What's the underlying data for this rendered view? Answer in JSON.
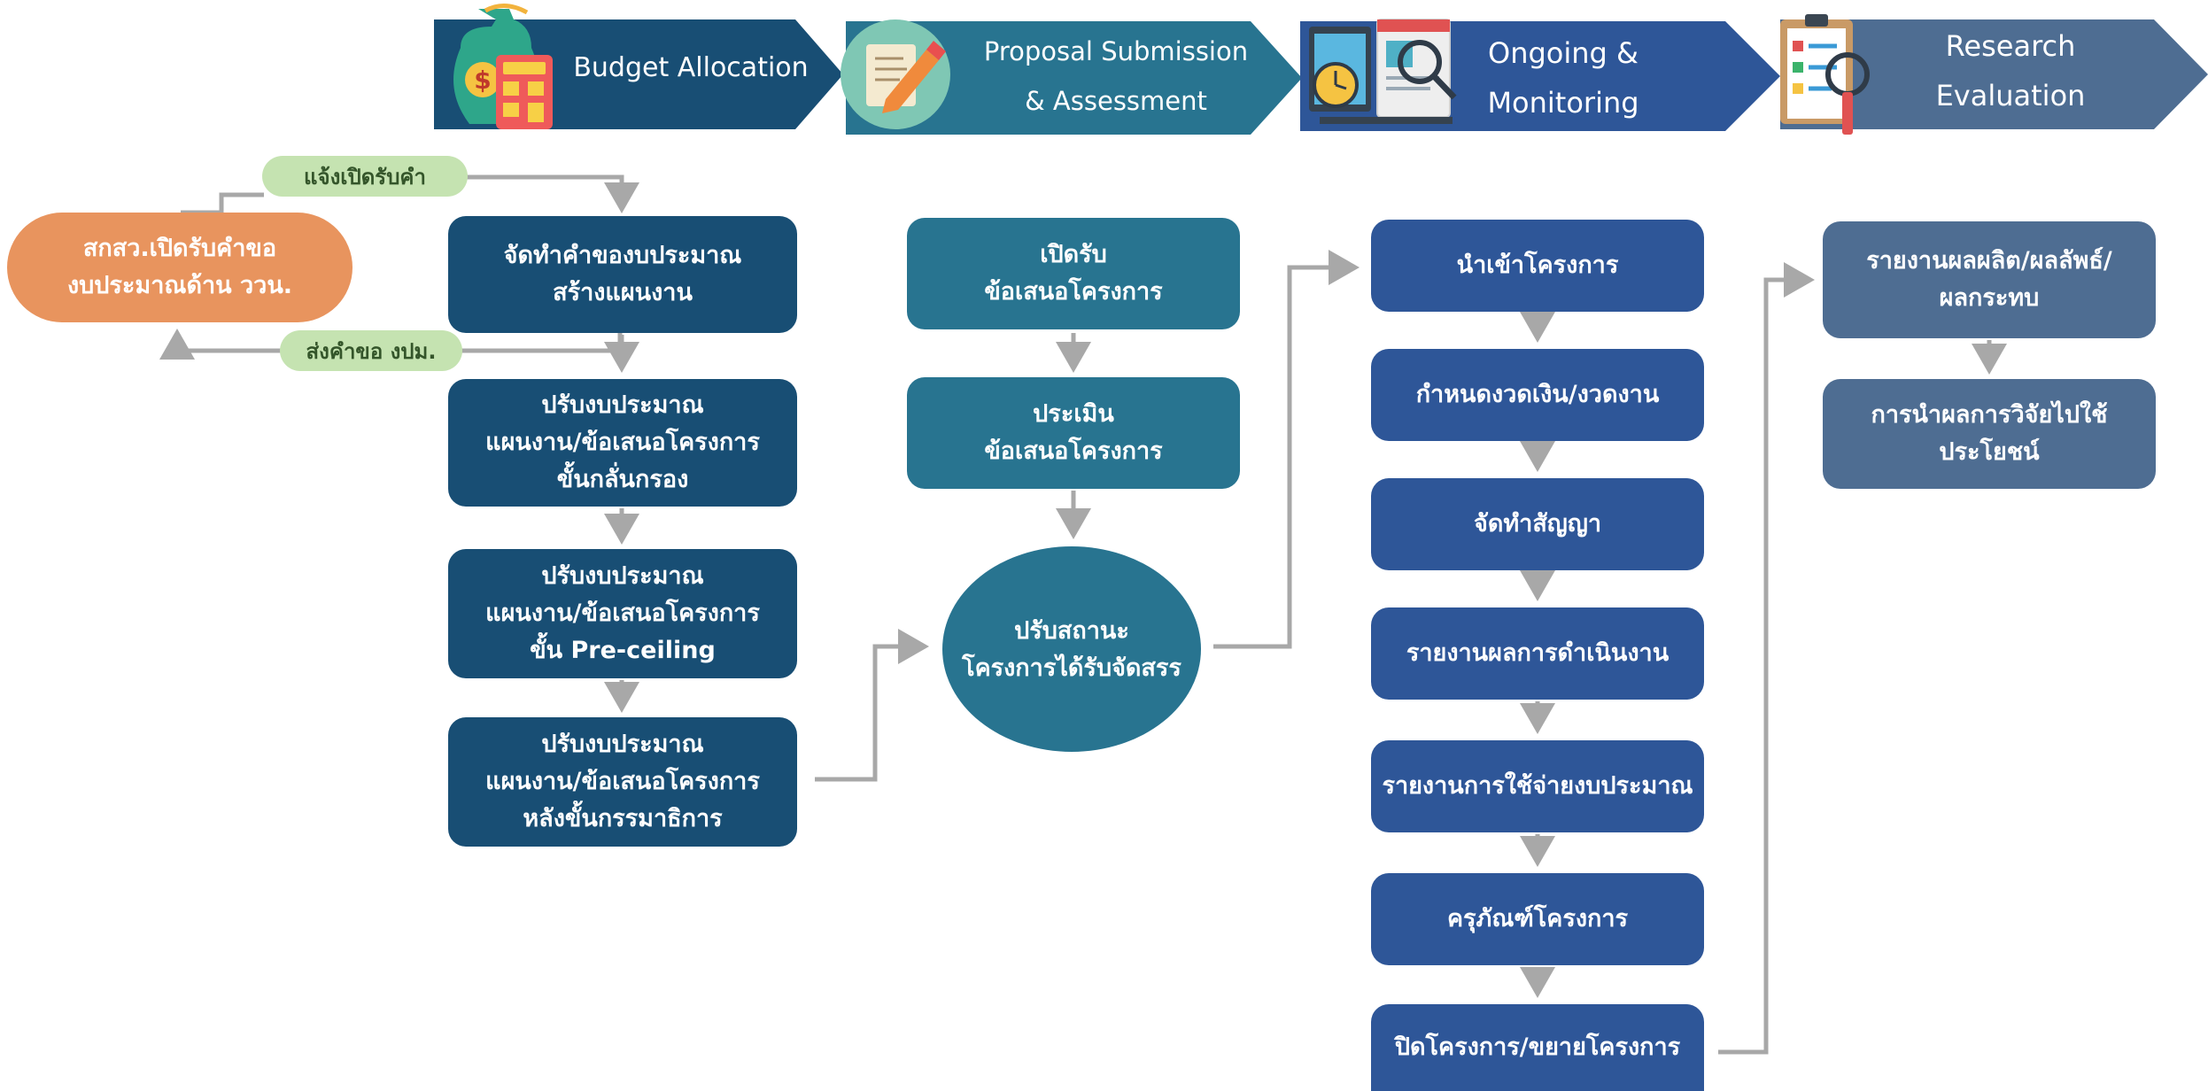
{
  "headers": {
    "budget": "Budget Allocation",
    "proposal": "Proposal Submission\n& Assessment",
    "ongoing": "Ongoing &\nMonitoring",
    "research": "Research\nEvaluation"
  },
  "side": {
    "origin": "สกสว.เปิดรับคำขอ\nงบประมาณด้าน ววน.",
    "notify_tag": "แจ้งเปิดรับคำ",
    "send_tag": "ส่งคำขอ งปม."
  },
  "budget_steps": [
    "จัดทำคำของบประมาณ\nสร้างแผนงาน",
    "ปรับงบประมาณ\nแผนงาน/ข้อเสนอโครงการ\nขั้นกลั่นกรอง",
    "ปรับงบประมาณ\nแผนงาน/ข้อเสนอโครงการ\nขั้น Pre-ceiling",
    "ปรับงบประมาณ\nแผนงาน/ข้อเสนอโครงการ\nหลังขั้นกรรมาธิการ"
  ],
  "proposal_steps": [
    "เปิดรับ\nข้อเสนอโครงการ",
    "ประเมิน\nข้อเสนอโครงการ",
    "ปรับสถานะ\nโครงการได้รับจัดสรร"
  ],
  "ongoing_steps": [
    "นำเข้าโครงการ",
    "กำหนดงวดเงิน/งวดงาน",
    "จัดทำสัญญา",
    "รายงานผลการดำเนินงาน",
    "รายงานการใช้จ่ายงบประมาณ",
    "ครุภัณฑ์โครงการ",
    "ปิดโครงการ/ขยายโครงการ"
  ],
  "research_steps": [
    "รายงานผลผลิต/ผลลัพธ์/\nผลกระทบ",
    "การนำผลการวิจัยไปใช้\nประโยชน์"
  ],
  "colors": {
    "budget": "#184e74",
    "proposal": "#287490",
    "ongoing": "#2e5698",
    "research": "#4e6d92",
    "origin": "#e8945e",
    "tag": "#c5e3b1",
    "connector": "#a8a8a8"
  },
  "icons": {
    "budget": "money-bag-calculator-icon",
    "proposal": "document-pencil-icon",
    "ongoing": "monitor-clock-magnifier-icon",
    "research": "clipboard-checklist-icon"
  }
}
